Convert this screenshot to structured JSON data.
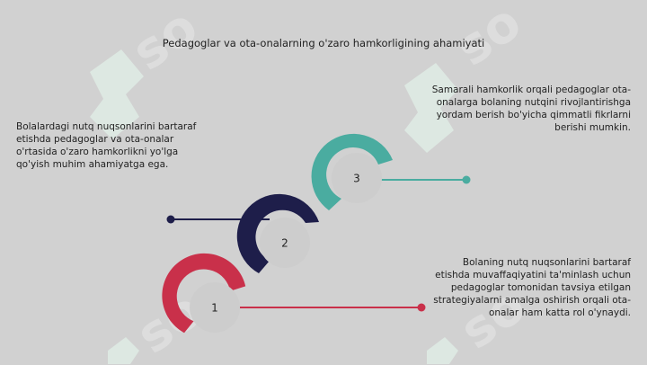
{
  "title": "Pedagoglar va ota-onalarning o'zaro hamkorligining ahamiyati",
  "steps": [
    {
      "number": "1",
      "color": "#c9304a",
      "text": "Bolaning nutq nuqsonlarini bartaraf etishda muvaffaqiyatini ta'minlash uchun pedagoglar tomonidan tavsiya etilgan strategiyalarni amalga oshirish orqali ota-onalar ham katta rol o'ynaydi."
    },
    {
      "number": "2",
      "color": "#1e1e4a",
      "text": "Bolalardagi nutq nuqsonlarini bartaraf etishda pedagoglar va ota-onalar o'rtasida o'zaro hamkorlikni yo'lga qo'yish muhim ahamiyatga ega."
    },
    {
      "number": "3",
      "color": "#4aaca0",
      "text": "Samarali hamkorlik orqali pedagoglar ota-onalarga bolaning nutqini rivojlantirishga yordam berish bo'yicha qimmatli fikrlarni berishi mumkin."
    }
  ],
  "icons": [
    "watermark-logo-icon"
  ]
}
